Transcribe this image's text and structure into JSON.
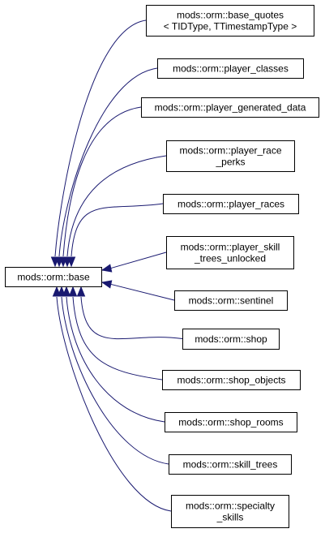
{
  "graph": {
    "base": {
      "lines": [
        "mods::orm::base"
      ]
    },
    "derived": [
      {
        "id": "base_quotes",
        "lines": [
          "mods::orm::base_quotes",
          "< TIDType, TTimestampType >"
        ]
      },
      {
        "id": "player_classes",
        "lines": [
          "mods::orm::player_classes"
        ]
      },
      {
        "id": "player_generated_data",
        "lines": [
          "mods::orm::player_generated_data"
        ]
      },
      {
        "id": "player_race_perks",
        "lines": [
          "mods::orm::player_race",
          "_perks"
        ]
      },
      {
        "id": "player_races",
        "lines": [
          "mods::orm::player_races"
        ]
      },
      {
        "id": "player_skill_trees_unlocked",
        "lines": [
          "mods::orm::player_skill",
          "_trees_unlocked"
        ]
      },
      {
        "id": "sentinel",
        "lines": [
          "mods::orm::sentinel"
        ]
      },
      {
        "id": "shop",
        "lines": [
          "mods::orm::shop"
        ]
      },
      {
        "id": "shop_objects",
        "lines": [
          "mods::orm::shop_objects"
        ]
      },
      {
        "id": "shop_rooms",
        "lines": [
          "mods::orm::shop_rooms"
        ]
      },
      {
        "id": "skill_trees",
        "lines": [
          "mods::orm::skill_trees"
        ]
      },
      {
        "id": "specialty_skills",
        "lines": [
          "mods::orm::specialty",
          "_skills"
        ]
      }
    ],
    "colors": {
      "edge": "#191970",
      "node_border": "#000000",
      "node_fill": "#ffffff"
    }
  }
}
